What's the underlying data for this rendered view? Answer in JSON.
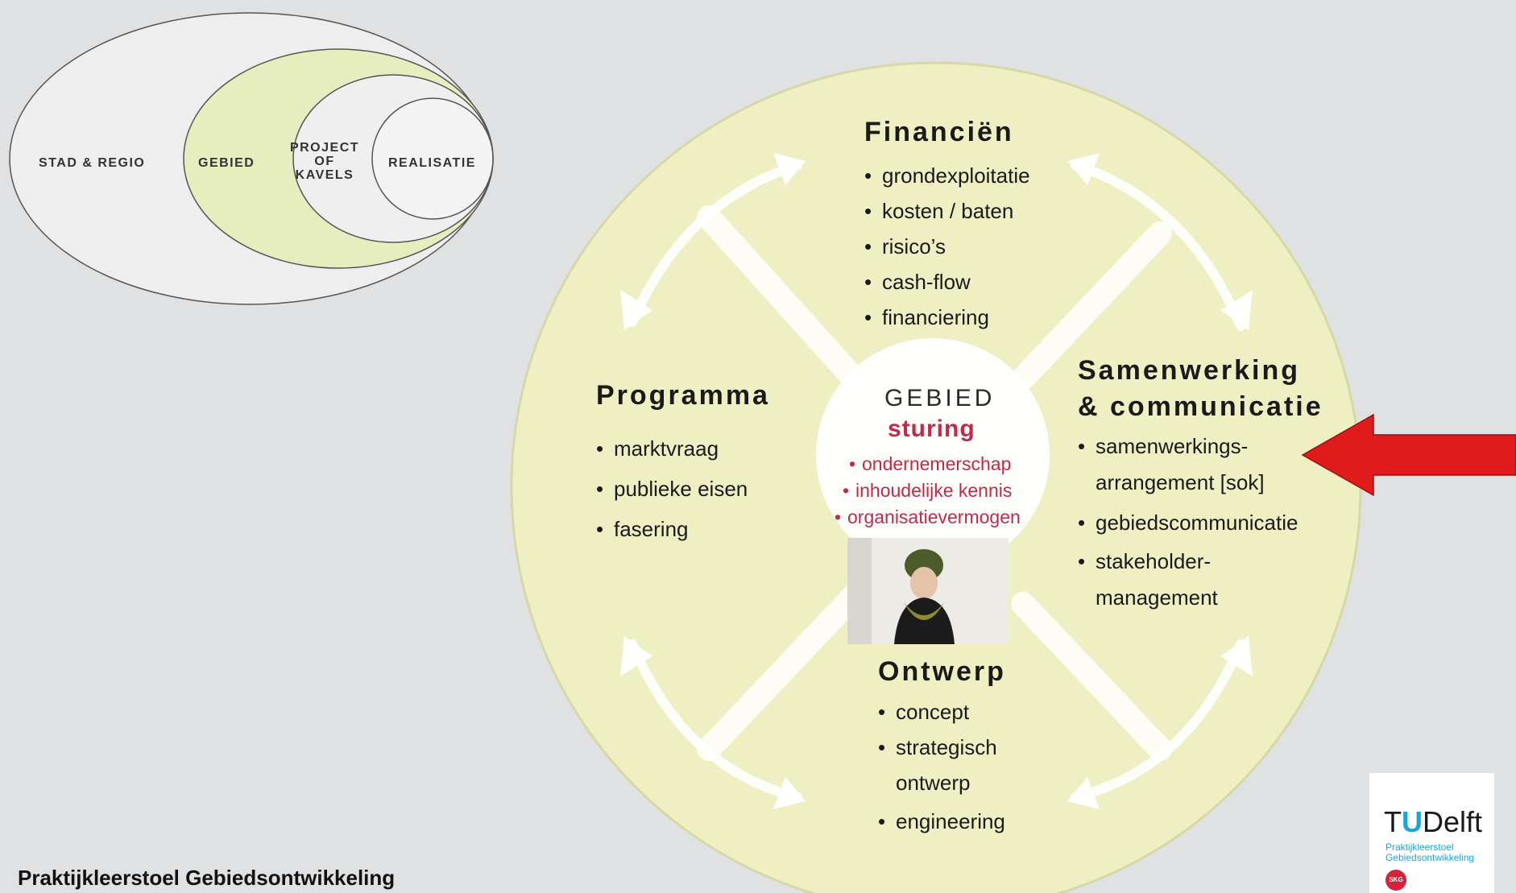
{
  "levels": {
    "outer": "STAD & REGIO",
    "area": "GEBIED",
    "project": [
      "PROJECT",
      "OF",
      "KAVELS"
    ],
    "realization": "REALISATIE"
  },
  "quadrants": {
    "top": {
      "title": "Financiën",
      "items": [
        "grondexploitatie",
        "kosten / baten",
        "risico’s",
        "cash-flow",
        "financiering"
      ]
    },
    "left": {
      "title": "Programma",
      "items": [
        "marktvraag",
        "publieke eisen",
        "fasering"
      ]
    },
    "right": {
      "title_line1": "Samenwerking",
      "title_line2": "& communicatie",
      "items": [
        "samenwerkings-",
        "arrangement [sok]",
        "gebiedscommunicatie",
        "stakeholder-",
        "management"
      ]
    },
    "bottom": {
      "title": "Ontwerp",
      "items": [
        "concept",
        "strategisch",
        "ontwerp",
        "engineering"
      ]
    }
  },
  "center": {
    "title": "GEBIED",
    "subtitle": "sturing",
    "items": [
      "ondernemerschap",
      "inhoudelijke kennis",
      "organisatievermogen"
    ]
  },
  "footer": "Praktijkleerstoel Gebiedsontwikkeling",
  "logo": {
    "brand_u": "U",
    "brand_rest": "Delft",
    "brand_t": "T",
    "sub_line1": "Praktijkleerstoel",
    "sub_line2": "Gebiedsontwikkeling",
    "badge": "SKG"
  },
  "colors": {
    "circle_fill": "#eef0c4",
    "accent_red": "#c22a4a",
    "arrow_red": "#e01b1b",
    "background": "#e0e1e2"
  }
}
